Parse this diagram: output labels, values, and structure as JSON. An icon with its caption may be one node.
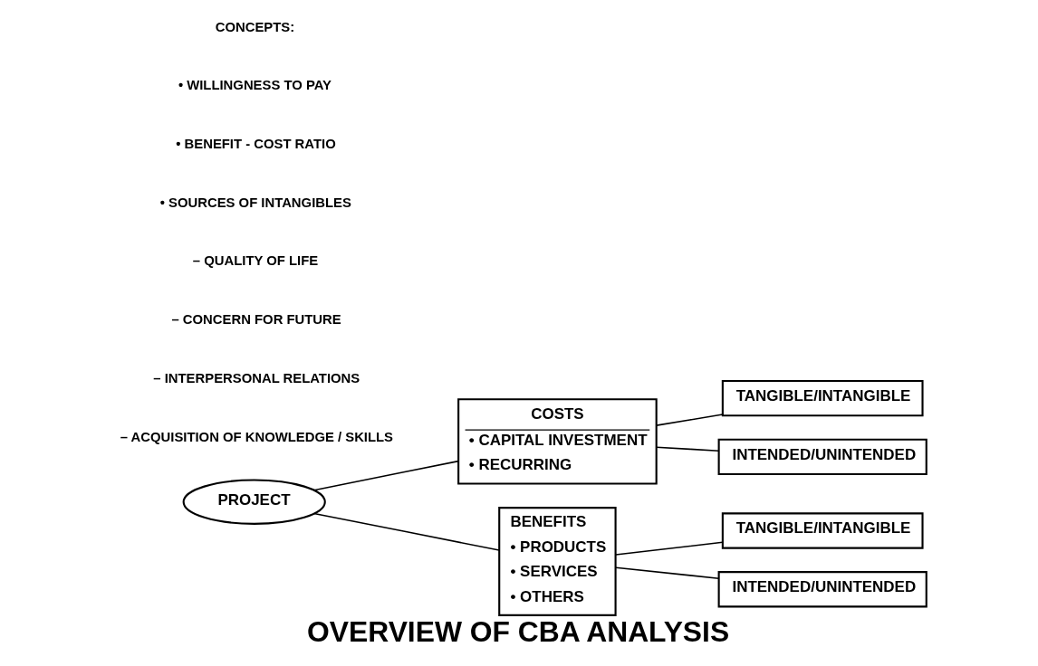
{
  "diagram": {
    "caption": "OVERVIEW OF CBA ANALYSIS",
    "nodes": [
      {
        "text": [
          "PROJECT"
        ]
      },
      {
        "text": [
          "COSTS",
          "• CAPITAL INVESTMENT",
          "• RECURRING"
        ]
      },
      {
        "text": [
          "TANGIBLE/INTANGIBLE"
        ]
      },
      {
        "text": [
          "INTENDED/UNINTENDED"
        ]
      },
      {
        "text": [
          "BENEFITS",
          "• PRODUCTS",
          "• SERVICES",
          "• OTHERS"
        ]
      },
      {
        "text": [
          "TANGIBLE/INTANGIBLE"
        ]
      },
      {
        "text": [
          "INTENDED/UNINTENDED"
        ]
      }
    ],
    "edges": [
      {
        "from": 0,
        "to": 1,
        "arrow": "none"
      },
      {
        "from": 0,
        "to": 4,
        "arrow": "none"
      },
      {
        "from": 1,
        "to": 2,
        "arrow": "none"
      },
      {
        "from": 1,
        "to": 3,
        "arrow": "none"
      },
      {
        "from": 4,
        "to": 5,
        "arrow": "none"
      },
      {
        "from": 4,
        "to": 6,
        "arrow": "none"
      }
    ],
    "labels": [
      "CONCEPTS:",
      "• WILLINGNESS TO PAY",
      "• BENEFIT - COST RATIO",
      "• SOURCES OF INTANGIBLES",
      "– QUALITY OF LIFE",
      "– CONCERN FOR FUTURE",
      "– INTERPERSONAL RELATIONS",
      "– ACQUISITION OF KNOWLEDGE / SKILLS"
    ]
  }
}
